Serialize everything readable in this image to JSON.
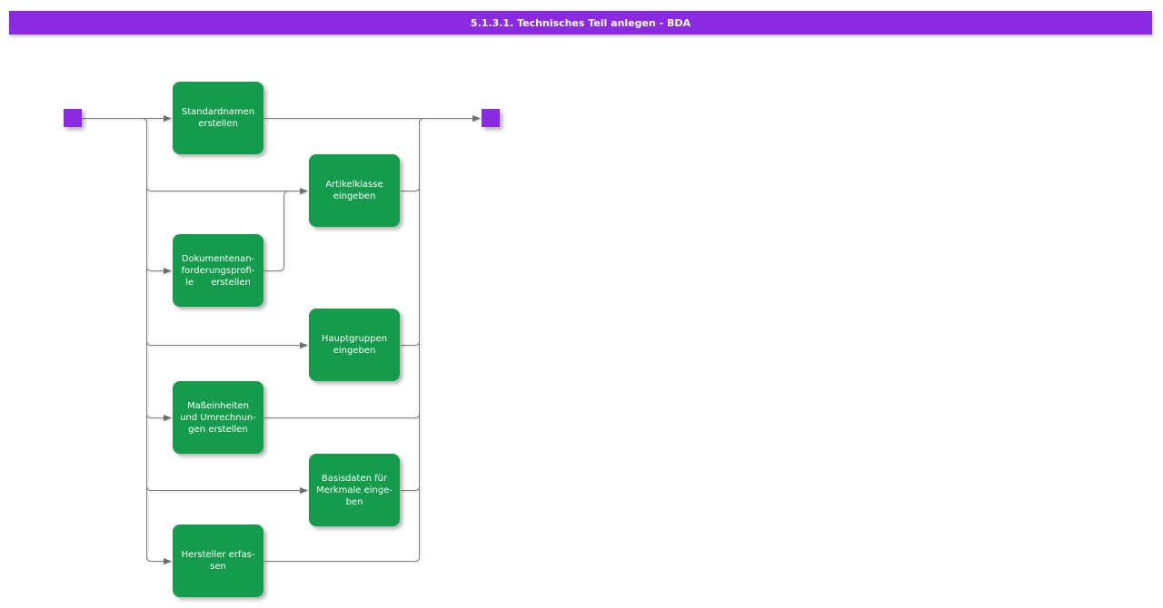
{
  "title_bar": {
    "text": "5.1.3.1. Technisches Teil anlegen - BDA"
  },
  "colors": {
    "title_bg": "#8a2be2",
    "task_fill": "#149b4b",
    "event_fill": "#8a2be2",
    "connector": "#808080",
    "text": "#ffffff"
  },
  "diagram": {
    "start_event": {
      "label": ""
    },
    "end_event": {
      "label": ""
    },
    "tasks": [
      {
        "id": "standardnamen-erstellen",
        "label": "Standardnamen\nerstellen"
      },
      {
        "id": "artikelklasse-eingeben",
        "label": "Artikelklasse\neingeben"
      },
      {
        "id": "dokumentenanforderungsprofile-erstellen",
        "label": "Dokumentenan-\nforderungsprofi-\nle      erstellen"
      },
      {
        "id": "hauptgruppen-eingeben",
        "label": "Hauptgruppen\neingeben"
      },
      {
        "id": "masseinheiten-und-umrechnungen-erstellen",
        "label": "Maßeinheiten\nund Umrechnun-\ngen erstellen"
      },
      {
        "id": "basisdaten-fuer-merkmale-eingeben",
        "label": "Basisdaten für\nMerkmale einge-\nben"
      },
      {
        "id": "hersteller-erfassen",
        "label": "Hersteller erfas-\nsen"
      }
    ]
  }
}
